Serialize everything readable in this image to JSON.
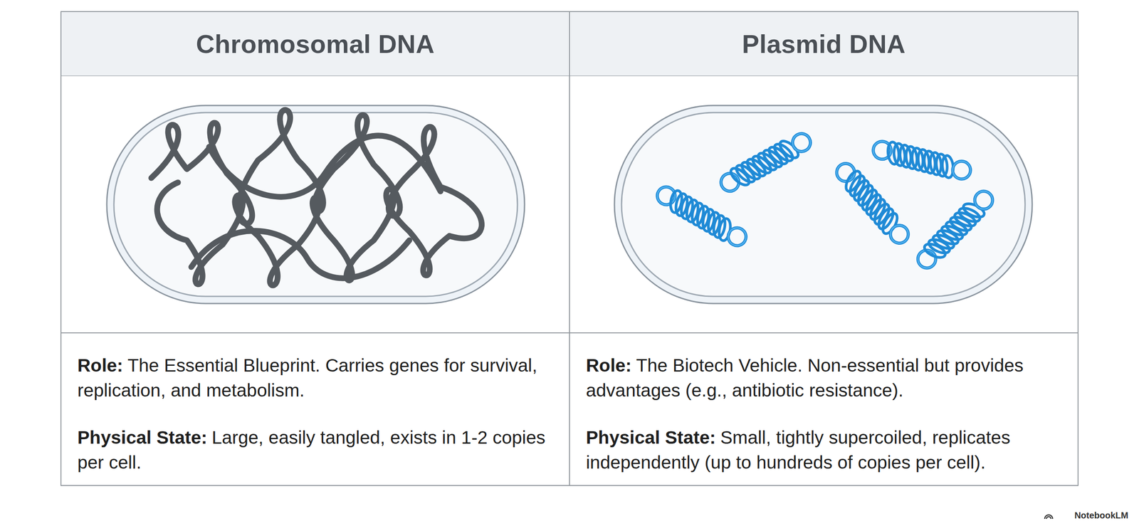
{
  "diagram": {
    "nodes": [
      {
        "text": [
          "Chromosomal DNA"
        ]
      },
      {
        "text": [
          "Plasmid DNA"
        ]
      },
      {
        "text": [
          "Role:",
          "The Essential Blueprint. Carries genes for survival, replication, and metabolism.",
          "Physical State:",
          "Large, easily tangled, exists in 1-2 copies per cell."
        ]
      },
      {
        "text": [
          "Role:",
          "The Biotech Vehicle. Non-essential but provides advantages (e.g., antibiotic resistance).",
          "Physical State:",
          "Small, tightly supercoiled, replicates independently (up to hundreds of copies per cell)."
        ]
      }
    ],
    "labels": [
      "NotebookLM"
    ]
  }
}
